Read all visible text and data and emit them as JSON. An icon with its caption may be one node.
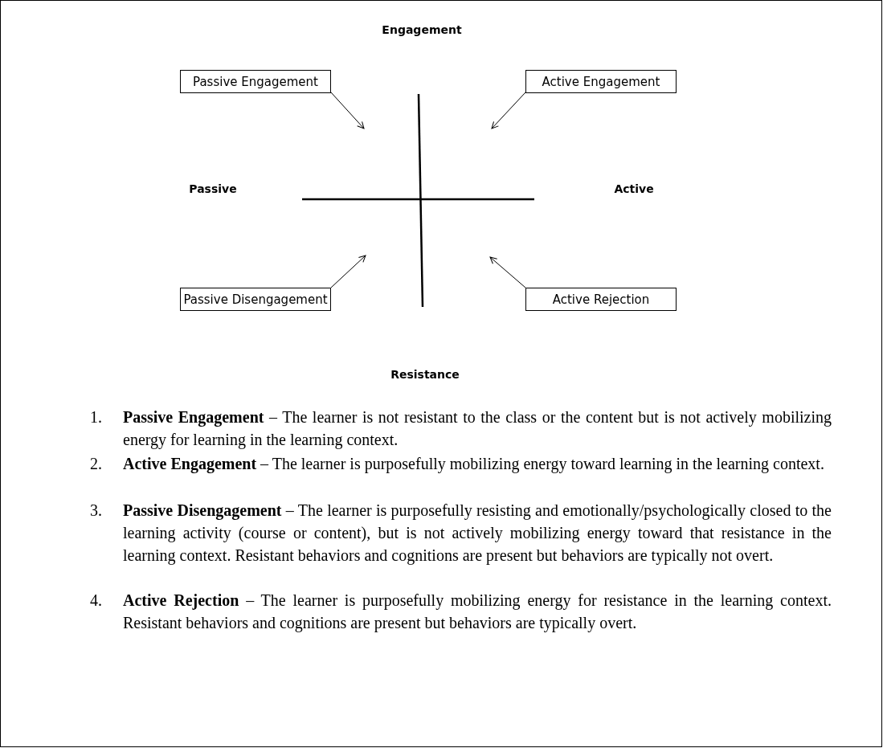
{
  "diagram": {
    "nodes": [
      {
        "text": [
          "Passive Engagement"
        ]
      },
      {
        "text": [
          "Active Engagement"
        ]
      },
      {
        "text": [
          "Passive Disengagement"
        ]
      },
      {
        "text": [
          "Active Rejection"
        ]
      }
    ],
    "edges": [
      {
        "from": 0,
        "to": null,
        "arrow": "to"
      },
      {
        "from": 1,
        "to": null,
        "arrow": "to"
      },
      {
        "from": 2,
        "to": null,
        "arrow": "to"
      },
      {
        "from": 3,
        "to": null,
        "arrow": "to"
      }
    ],
    "labels": [
      "Engagement",
      "Passive",
      "Active",
      "Resistance",
      "1.",
      "**Passive Engagement** – The learner is not resistant to the class or the content but is not actively mobilizing energy for learning in the learning context.",
      "2.",
      "**Active Engagement** – The learner is purposefully mobilizing energy toward learning in the learning context.",
      "3.",
      "**Passive Disengagement** – The learner is purposefully resisting and emotionally/psychologically closed to the learning activity (course or content), but is not actively mobilizing energy toward that resistance in the learning context. Resistant behaviors and cognitions are present but behaviors are typically not overt.",
      "4.",
      "**Active Rejection** – The learner is purposefully mobilizing energy for resistance in the learning context. Resistant behaviors and cognitions are present but behaviors are typically overt."
    ]
  }
}
